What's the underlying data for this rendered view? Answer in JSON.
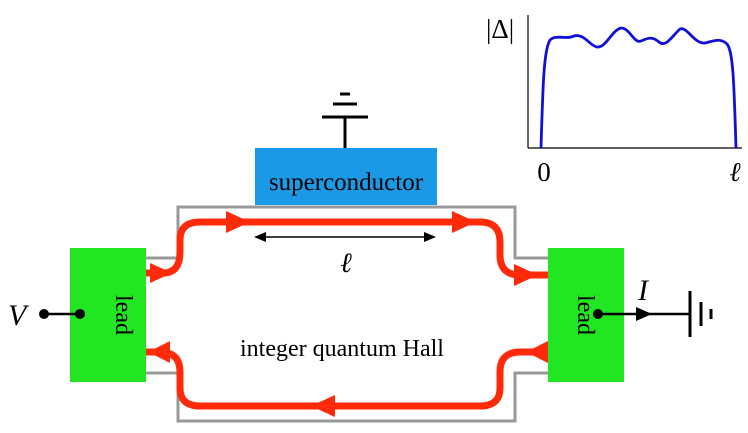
{
  "labels": {
    "superconductor": "superconductor",
    "lead_left": "lead",
    "lead_right": "lead",
    "sample": "integer quantum Hall",
    "voltage": "V",
    "current": "I",
    "length": "ℓ"
  },
  "inset": {
    "ylabel": "|Δ|",
    "x_tick_start": "0",
    "x_tick_end": "ℓ"
  },
  "colors": {
    "superconductor": "#1a9ae6",
    "lead": "#22e622",
    "edge_channel": "#ff2a0a",
    "sample_outline": "#999999",
    "inset_curve": "#1010d8",
    "wire": "#000000"
  }
}
